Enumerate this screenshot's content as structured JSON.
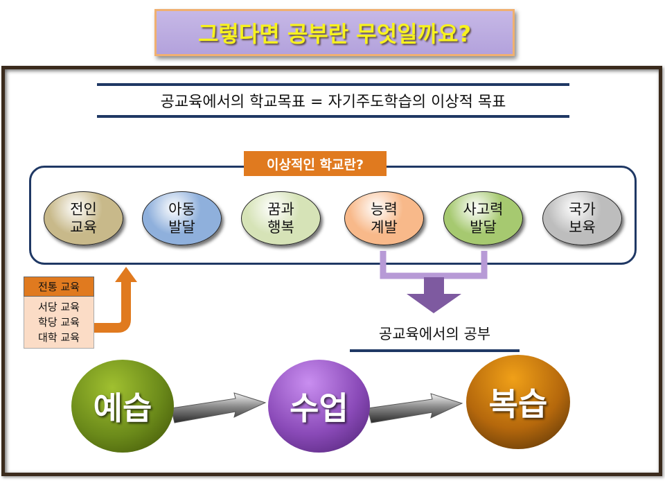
{
  "title": "그렇다면 공부란 무엇일까요?",
  "heading": "공교육에서의 학교목표 = 자기주도학습의 이상적 목표",
  "ideal_school": {
    "label": "이상적인 학교란?",
    "items": [
      {
        "text": "전인\n교육",
        "color": "#c8b98a"
      },
      {
        "text": "아동\n발달",
        "color": "#8fb0dc"
      },
      {
        "text": "꿈과\n행복",
        "color": "#d6e3b7"
      },
      {
        "text": "능력\n계발",
        "color": "#f8b98a"
      },
      {
        "text": "사고력\n발달",
        "color": "#a6c970"
      },
      {
        "text": "국가\n보육",
        "color": "#bdbdbd"
      }
    ]
  },
  "traditional": {
    "header": "전통 교육",
    "items": [
      "서당 교육",
      "학당 교육",
      "대학 교육"
    ]
  },
  "public_study": "공교육에서의 공부",
  "cycle": [
    "예습",
    "수업",
    "복습"
  ],
  "colors": {
    "accent_orange": "#e07a1f",
    "navy": "#1f3864",
    "purple": "#7e5aa0",
    "title_text": "#f7f21e"
  }
}
